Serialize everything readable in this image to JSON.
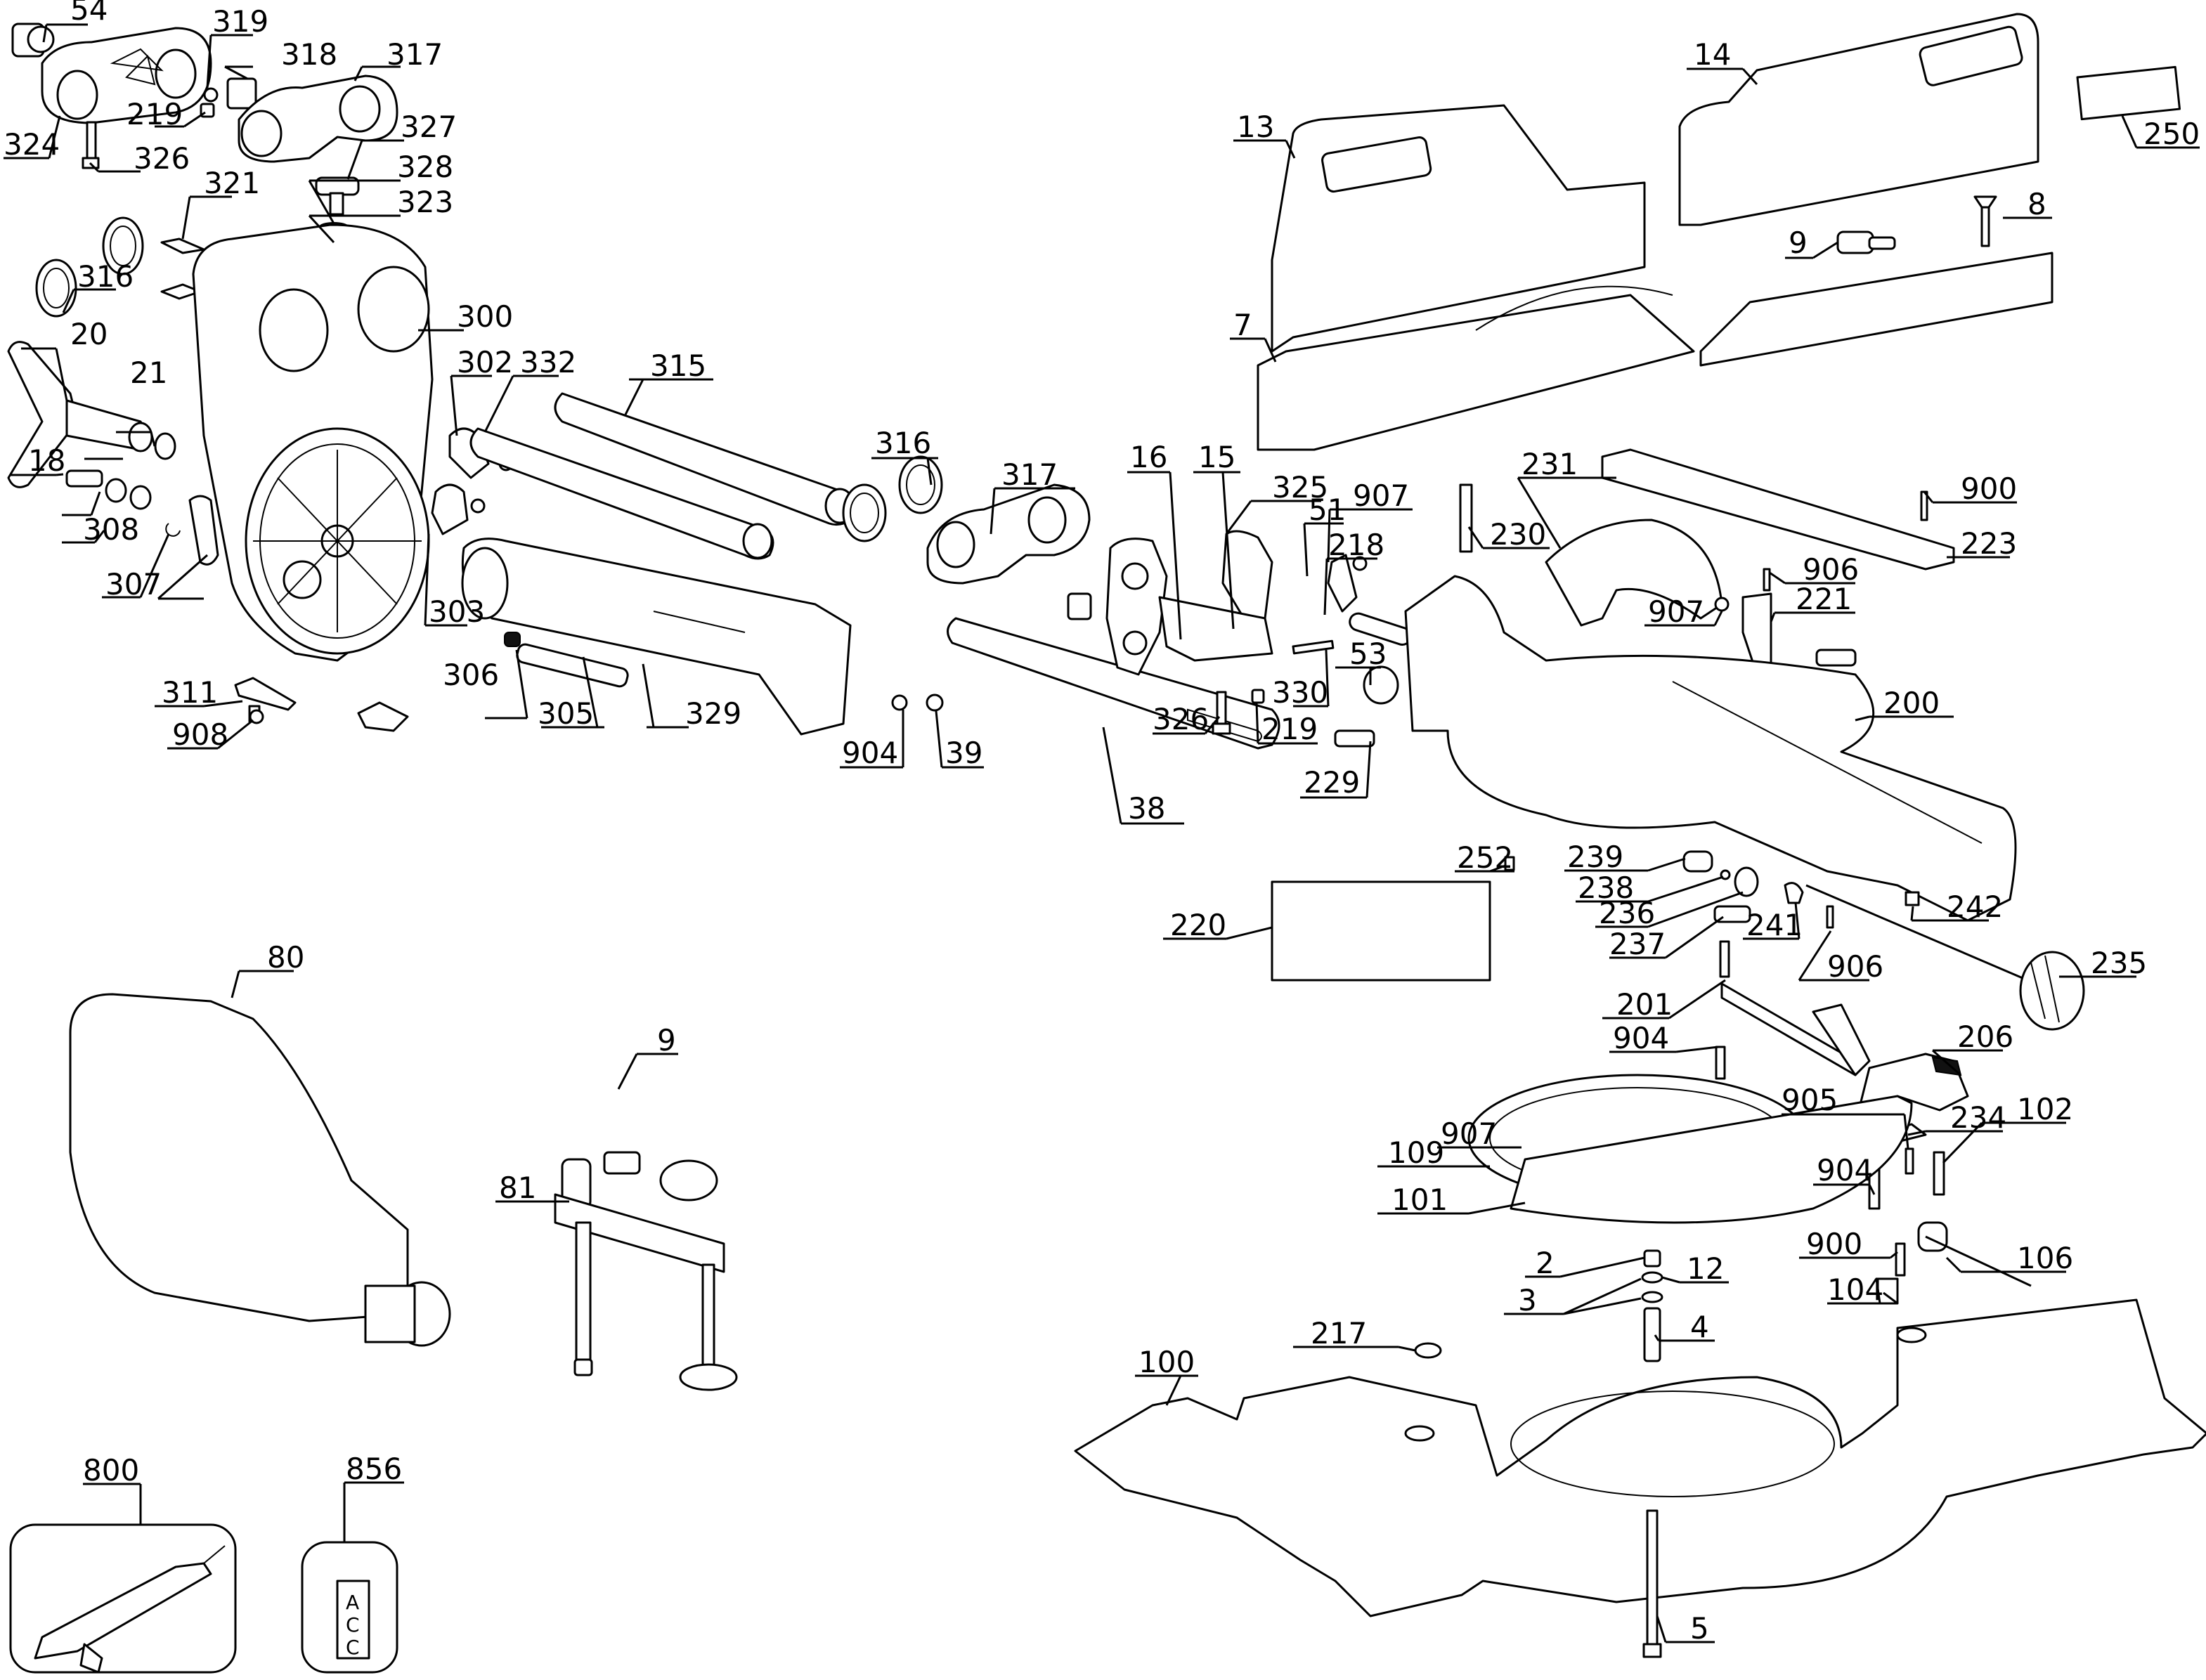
{
  "diagram": {
    "type": "exploded-parts-view",
    "subject": "Sliding compound miter saw",
    "parts": [
      {
        "id": "p54",
        "number": "54"
      },
      {
        "id": "p319",
        "number": "319"
      },
      {
        "id": "p318",
        "number": "318"
      },
      {
        "id": "p317a",
        "number": "317"
      },
      {
        "id": "p219a",
        "number": "219"
      },
      {
        "id": "p324",
        "number": "324"
      },
      {
        "id": "p326a",
        "number": "326"
      },
      {
        "id": "p327",
        "number": "327"
      },
      {
        "id": "p328",
        "number": "328"
      },
      {
        "id": "p321",
        "number": "321"
      },
      {
        "id": "p323",
        "number": "323"
      },
      {
        "id": "p316a",
        "number": "316"
      },
      {
        "id": "p300",
        "number": "300"
      },
      {
        "id": "p20",
        "number": "20"
      },
      {
        "id": "p21",
        "number": "21"
      },
      {
        "id": "p18",
        "number": "18"
      },
      {
        "id": "p308",
        "number": "308"
      },
      {
        "id": "p307",
        "number": "307"
      },
      {
        "id": "p302",
        "number": "302"
      },
      {
        "id": "p332",
        "number": "332"
      },
      {
        "id": "p315",
        "number": "315"
      },
      {
        "id": "p303",
        "number": "303"
      },
      {
        "id": "p306",
        "number": "306"
      },
      {
        "id": "p305",
        "number": "305"
      },
      {
        "id": "p329",
        "number": "329"
      },
      {
        "id": "p311",
        "number": "311"
      },
      {
        "id": "p908",
        "number": "908"
      },
      {
        "id": "p316b",
        "number": "316"
      },
      {
        "id": "p317b",
        "number": "317"
      },
      {
        "id": "p904a",
        "number": "904"
      },
      {
        "id": "p39",
        "number": "39"
      },
      {
        "id": "p38",
        "number": "38"
      },
      {
        "id": "p16",
        "number": "16"
      },
      {
        "id": "p15",
        "number": "15"
      },
      {
        "id": "p325",
        "number": "325"
      },
      {
        "id": "p326b",
        "number": "326"
      },
      {
        "id": "p219b",
        "number": "219"
      },
      {
        "id": "p330",
        "number": "330"
      },
      {
        "id": "p51",
        "number": "51"
      },
      {
        "id": "p907a",
        "number": "907"
      },
      {
        "id": "p53",
        "number": "53"
      },
      {
        "id": "p229",
        "number": "229"
      },
      {
        "id": "p218",
        "number": "218"
      },
      {
        "id": "p230",
        "number": "230"
      },
      {
        "id": "p231",
        "number": "231"
      },
      {
        "id": "p13",
        "number": "13"
      },
      {
        "id": "p14",
        "number": "14"
      },
      {
        "id": "p250",
        "number": "250"
      },
      {
        "id": "p8",
        "number": "8"
      },
      {
        "id": "p9a",
        "number": "9"
      },
      {
        "id": "p7",
        "number": "7"
      },
      {
        "id": "p900a",
        "number": "900"
      },
      {
        "id": "p223",
        "number": "223"
      },
      {
        "id": "p906a",
        "number": "906"
      },
      {
        "id": "p907b",
        "number": "907"
      },
      {
        "id": "p221",
        "number": "221"
      },
      {
        "id": "p200",
        "number": "200"
      },
      {
        "id": "p252",
        "number": "252"
      },
      {
        "id": "p239",
        "number": "239"
      },
      {
        "id": "p238",
        "number": "238"
      },
      {
        "id": "p236",
        "number": "236"
      },
      {
        "id": "p237",
        "number": "237"
      },
      {
        "id": "p241",
        "number": "241"
      },
      {
        "id": "p906b",
        "number": "906"
      },
      {
        "id": "p242",
        "number": "242"
      },
      {
        "id": "p235",
        "number": "235"
      },
      {
        "id": "p220",
        "number": "220"
      },
      {
        "id": "p201",
        "number": "201"
      },
      {
        "id": "p904b",
        "number": "904"
      },
      {
        "id": "p206",
        "number": "206"
      },
      {
        "id": "p234",
        "number": "234"
      },
      {
        "id": "p905",
        "number": "905"
      },
      {
        "id": "p102",
        "number": "102"
      },
      {
        "id": "p907c",
        "number": "907"
      },
      {
        "id": "p904c",
        "number": "904"
      },
      {
        "id": "p109",
        "number": "109"
      },
      {
        "id": "p101",
        "number": "101"
      },
      {
        "id": "p900b",
        "number": "900"
      },
      {
        "id": "p106",
        "number": "106"
      },
      {
        "id": "p2",
        "number": "2"
      },
      {
        "id": "p12",
        "number": "12"
      },
      {
        "id": "p3",
        "number": "3"
      },
      {
        "id": "p104",
        "number": "104"
      },
      {
        "id": "p4",
        "number": "4"
      },
      {
        "id": "p217",
        "number": "217"
      },
      {
        "id": "p100",
        "number": "100"
      },
      {
        "id": "p5",
        "number": "5"
      },
      {
        "id": "p80",
        "number": "80"
      },
      {
        "id": "p9b",
        "number": "9"
      },
      {
        "id": "p81",
        "number": "81"
      },
      {
        "id": "p800",
        "number": "800"
      },
      {
        "id": "p856",
        "number": "856"
      }
    ],
    "label_856_text": [
      "A",
      "C",
      "C"
    ]
  }
}
